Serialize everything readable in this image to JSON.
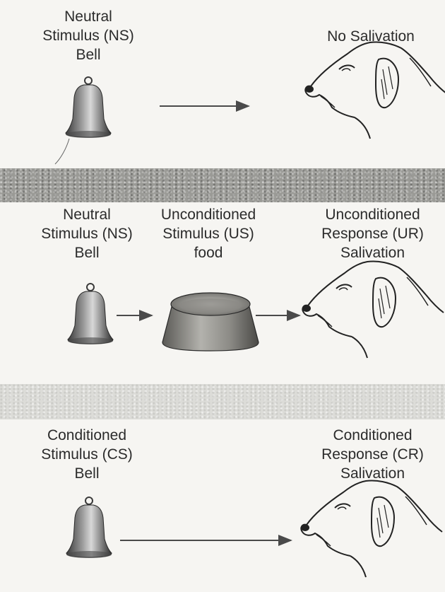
{
  "panel1": {
    "left_label": [
      "Neutral",
      "Stimulus (NS)",
      "Bell"
    ],
    "right_label": [
      "No Salivation"
    ]
  },
  "panel2": {
    "left_label": [
      "Neutral",
      "Stimulus (NS)",
      "Bell"
    ],
    "middle_label": [
      "Unconditioned",
      "Stimulus (US)",
      "food"
    ],
    "right_label": [
      "Unconditioned",
      "Response (UR)",
      "Salivation"
    ]
  },
  "panel3": {
    "left_label": [
      "Conditioned",
      "Stimulus (CS)",
      "Bell"
    ],
    "right_label": [
      "Conditioned",
      "Response (CR)",
      "Salivation"
    ]
  },
  "colors": {
    "ink": "#2b2b2b",
    "band_dark": "#9a9a96",
    "band_light": "#dcdcd8"
  }
}
